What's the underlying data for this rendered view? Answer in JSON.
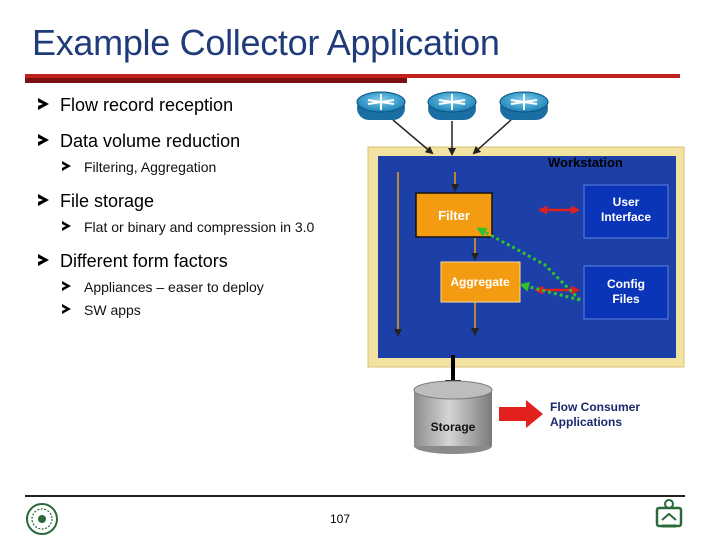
{
  "slide": {
    "title": "Example Collector Application",
    "page_number": "107"
  },
  "bullets": [
    {
      "text": "Flow record reception",
      "level": 1
    },
    {
      "text": "Data volume reduction",
      "level": 1
    },
    {
      "text": "Filtering, Aggregation",
      "level": 2
    },
    {
      "text": "File storage",
      "level": 1
    },
    {
      "text": "Flat or binary and compression in 3.0",
      "level": 2
    },
    {
      "text": "Different form factors",
      "level": 1
    },
    {
      "text": "Appliances – easer to deploy",
      "level": 2
    },
    {
      "text": "SW apps",
      "level": 2
    }
  ],
  "diagram": {
    "workstation_label": "Workstation",
    "filter_label": "Filter",
    "aggregate_label": "Aggregate",
    "user_interface_label": [
      "User",
      "Interface"
    ],
    "config_files_label": [
      "Config",
      "Files"
    ],
    "storage_label": "Storage",
    "flow_consumer_label": [
      "Flow Consumer",
      "Applications"
    ],
    "router_icon": "router-icon",
    "colors": {
      "panel_blue": "#1d3fa8",
      "panel_border": "#f3e3a3",
      "box_orange": "#f39c12",
      "red_arrow": "#e2201c",
      "green_dotted": "#2fbf2f",
      "title_blue": "#1f3b7a"
    }
  }
}
